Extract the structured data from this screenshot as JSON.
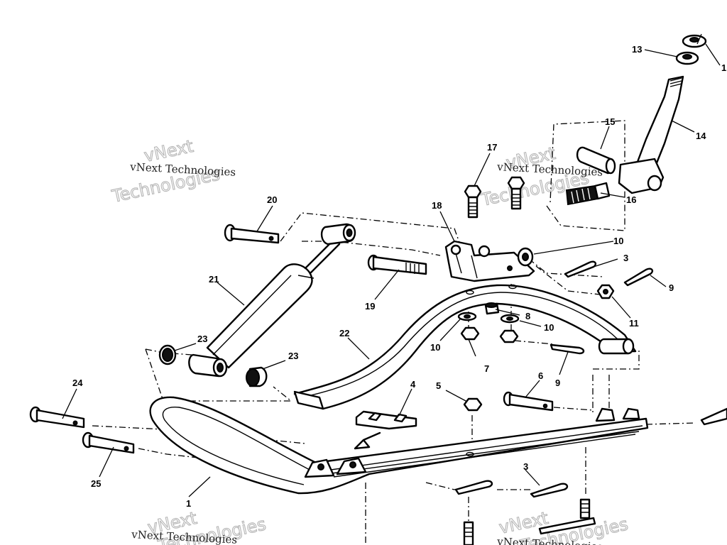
{
  "watermark": {
    "brand_top": "vNext",
    "brand_bottom": "Technologies",
    "company": "vNext Technologies"
  },
  "callouts": {
    "c1": "1",
    "c3a": "3",
    "c3b": "3",
    "c4": "4",
    "c5": "5",
    "c6": "6",
    "c7": "7",
    "c8": "8",
    "c9a": "9",
    "c9b": "9",
    "c10a": "10",
    "c10b": "10",
    "c10c": "10",
    "c11": "11",
    "c13": "13",
    "c14": "14",
    "c15": "15",
    "c16": "16",
    "c17": "17",
    "c18": "18",
    "c19": "19",
    "c20": "20",
    "c21": "21",
    "c22": "22",
    "c23a": "23",
    "c23b": "23",
    "c24": "24",
    "c25": "25",
    "c_edge": "1"
  }
}
